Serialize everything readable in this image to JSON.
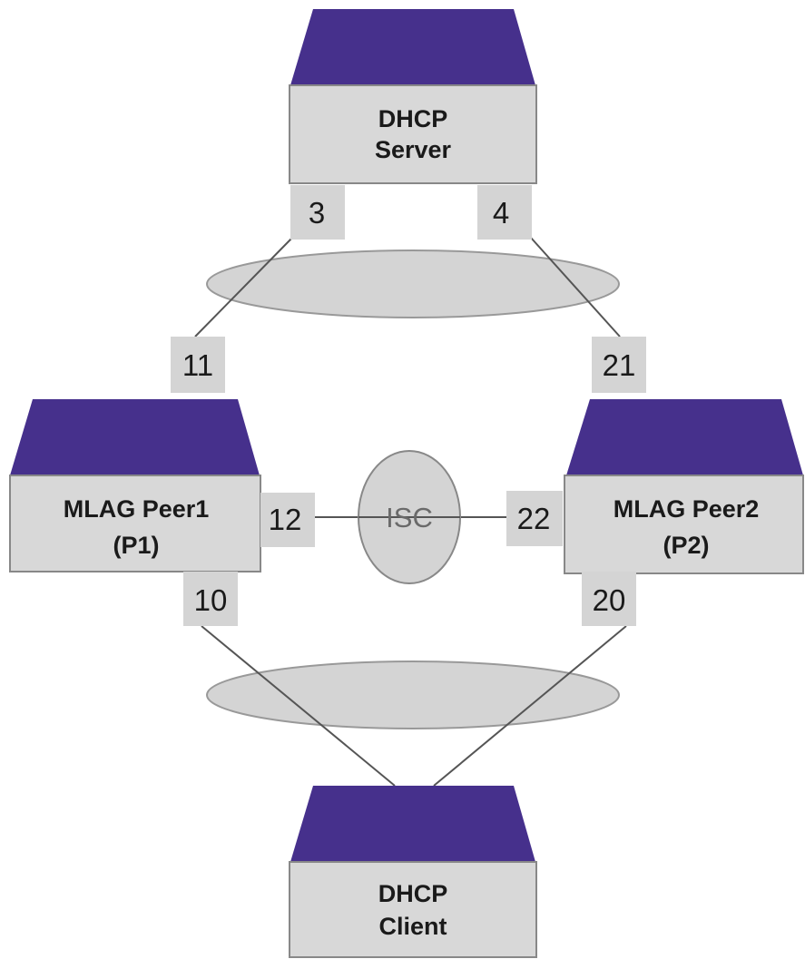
{
  "colors": {
    "device_top": "#46308c",
    "device_body": "#d8d8d8",
    "device_border": "#888888",
    "port_box": "#d4d4d4",
    "lag_ellipse": "#d4d4d4",
    "line": "#555555"
  },
  "devices": {
    "server": {
      "line1": "DHCP",
      "line2": "Server"
    },
    "peer1": {
      "line1": "MLAG Peer1",
      "line2": "(P1)"
    },
    "peer2": {
      "line1": "MLAG Peer2",
      "line2": "(P2)"
    },
    "client": {
      "line1": "DHCP",
      "line2": "Client"
    }
  },
  "ports": {
    "p3": "3",
    "p4": "4",
    "p11": "11",
    "p21": "21",
    "p12": "12",
    "p22": "22",
    "p10": "10",
    "p20": "20"
  },
  "isc": {
    "label": "ISC"
  }
}
